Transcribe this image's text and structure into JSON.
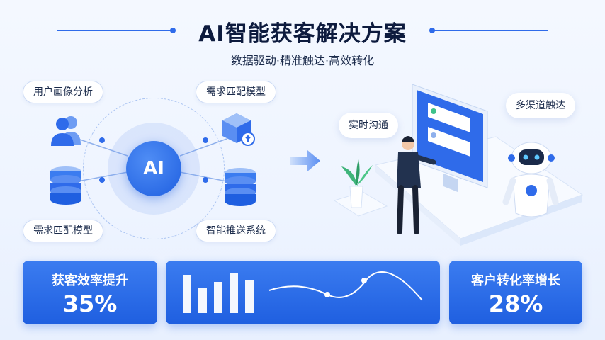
{
  "header": {
    "title": "AI智能获客解决方案",
    "subtitle": "数据驱动·精准触达·高效转化"
  },
  "diagram": {
    "core_label": "AI",
    "labels": {
      "top_left": "用户画像分析",
      "top_right": "需求匹配模型",
      "bottom_left": "需求匹配模型",
      "bottom_right": "智能推送系统"
    },
    "icons": {
      "top_left": "users-icon",
      "top_right": "cube-search-icon",
      "bottom_left": "database-icon",
      "bottom_right": "database-icon"
    }
  },
  "scene": {
    "bubble_chat": "实时沟通",
    "bubble_channels": "多渠道触达"
  },
  "cards": {
    "left": {
      "label": "获客效率提升",
      "value": "35%"
    },
    "right": {
      "label": "客户转化率增长",
      "value": "28%"
    }
  },
  "colors": {
    "primary": "#1f5fe0",
    "accent": "#3b7cf0",
    "light_ring": "#a9c3f2"
  }
}
